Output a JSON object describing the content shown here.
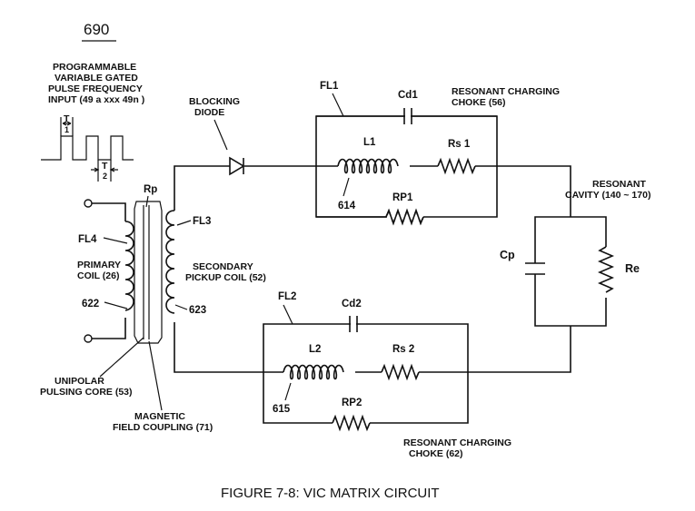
{
  "figure_number": "690",
  "caption": "FIGURE 7-8: VIC MATRIX CIRCUIT",
  "input_label": {
    "line1": "PROGRAMMABLE",
    "line2": "VARIABLE GATED",
    "line3": "PULSE FREQUENCY",
    "line4": "INPUT (49 a xxx 49n )"
  },
  "pulse_t1": "T",
  "pulse_t1_sub": "1",
  "pulse_t2": "T",
  "pulse_t2_sub": "2",
  "blocking_diode": {
    "line1": "BLOCKING",
    "line2": "DIODE"
  },
  "transformer": {
    "rp": "Rp",
    "fl3": "FL3",
    "fl4": "FL4",
    "primary_line1": "PRIMARY",
    "primary_line2": "COIL (26)",
    "primary_ref": "622",
    "secondary_line1": "SECONDARY",
    "secondary_line2": "PICKUP COIL (52)",
    "secondary_ref": "623",
    "core_line1": "UNIPOLAR",
    "core_line2": "PULSING CORE (53)",
    "coupling_line1": "MAGNETIC",
    "coupling_line2": "FIELD COUPLING (71)"
  },
  "choke1": {
    "fl": "FL1",
    "cd": "Cd1",
    "l": "L1",
    "rs": "Rs 1",
    "rp": "RP1",
    "ref": "614",
    "title_line1": "RESONANT CHARGING",
    "title_line2": "CHOKE (56)"
  },
  "choke2": {
    "fl": "FL2",
    "cd": "Cd2",
    "l": "L2",
    "rs": "Rs 2",
    "rp": "RP2",
    "ref": "615",
    "title_line1": "RESONANT CHARGING",
    "title_line2": "CHOKE (62)"
  },
  "cavity": {
    "title_line1": "RESONANT",
    "title_line2": "CAVITY (140 ~ 170)",
    "cp": "Cp",
    "re": "Re"
  }
}
